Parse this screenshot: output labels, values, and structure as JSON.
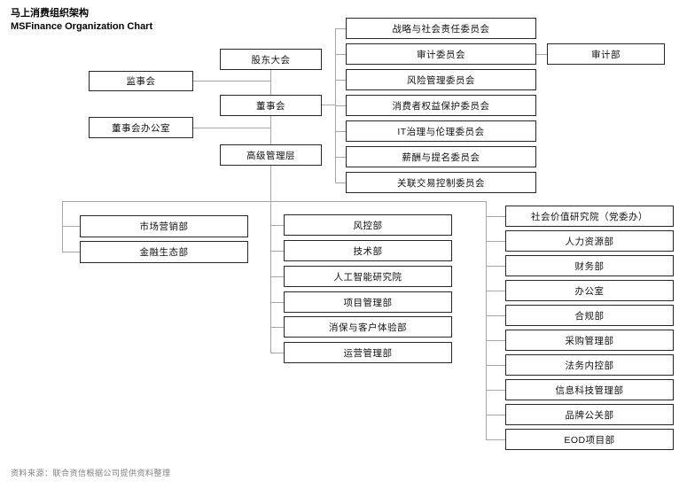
{
  "title": {
    "zh": "马上消费组织架构",
    "en": "MSFinance Organization Chart"
  },
  "governance": {
    "shareholders_meeting": "股东大会",
    "supervisory_board": "监事会",
    "board_of_directors": "董事会",
    "board_office": "董事会办公室",
    "senior_management": "高级管理层"
  },
  "committees": [
    "战略与社会责任委员会",
    "审计委员会",
    "风险管理委员会",
    "消费者权益保护委员会",
    "IT治理与伦理委员会",
    "薪酬与提名委员会",
    "关联交易控制委员会"
  ],
  "audit_department": "审计部",
  "left_departments": [
    "市场营销部",
    "金融生态部"
  ],
  "middle_departments": [
    "风控部",
    "技术部",
    "人工智能研究院",
    "项目管理部",
    "消保与客户体验部",
    "运营管理部"
  ],
  "right_departments": [
    "社会价值研究院（党委办）",
    "人力资源部",
    "财务部",
    "办公室",
    "合规部",
    "采购管理部",
    "法务内控部",
    "信息科技管理部",
    "品牌公关部",
    "EOD项目部"
  ],
  "source_note": "资料来源：联合资信根据公司提供资料整理",
  "colors": {
    "box_border": "#262626",
    "connector": "#a6a6a6",
    "text": "#111111",
    "source_text": "#808080"
  }
}
